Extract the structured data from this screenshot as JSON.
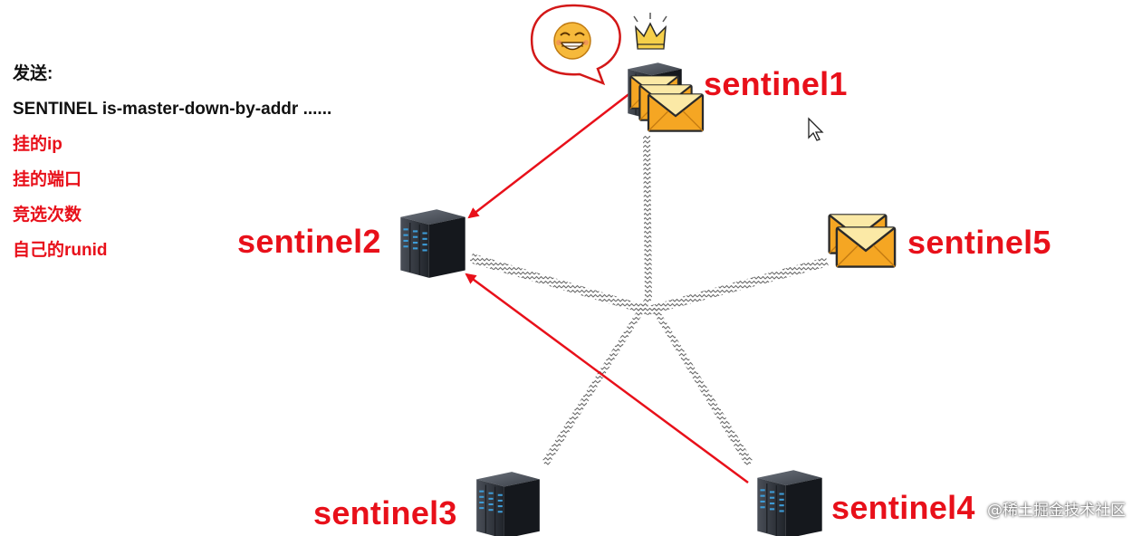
{
  "caption": {
    "title": "发送:",
    "command": "SENTINEL is-master-down-by-addr ......",
    "fields": [
      "挂的ip",
      "挂的端口",
      "竞选次数",
      "自己的runid"
    ]
  },
  "nodes": [
    {
      "id": "s1",
      "label": "sentinel1",
      "icon": "server-with-envelopes-icon"
    },
    {
      "id": "s2",
      "label": "sentinel2",
      "icon": "server-icon"
    },
    {
      "id": "s3",
      "label": "sentinel3",
      "icon": "server-icon"
    },
    {
      "id": "s4",
      "label": "sentinel4",
      "icon": "server-icon"
    },
    {
      "id": "s5",
      "label": "sentinel5",
      "icon": "envelope-icon"
    }
  ],
  "edges": [
    {
      "from": "s1",
      "to": "s2",
      "kind": "request",
      "color": "#e8101a"
    },
    {
      "from": "s4",
      "to": "s2",
      "kind": "request",
      "color": "#e8101a"
    },
    {
      "from": "s3",
      "to": "s1",
      "kind": "gossip"
    },
    {
      "from": "s4",
      "to": "s1",
      "kind": "gossip"
    },
    {
      "from": "s2",
      "to": "s5",
      "kind": "gossip"
    }
  ],
  "decorations": [
    "grinning-face-icon",
    "crown-icon",
    "mouse-cursor-icon"
  ],
  "watermark": "@稀土掘金技术社区",
  "colors": {
    "accent": "#e8101a",
    "envelope": "#f5a623",
    "server": "#2b2f36"
  }
}
